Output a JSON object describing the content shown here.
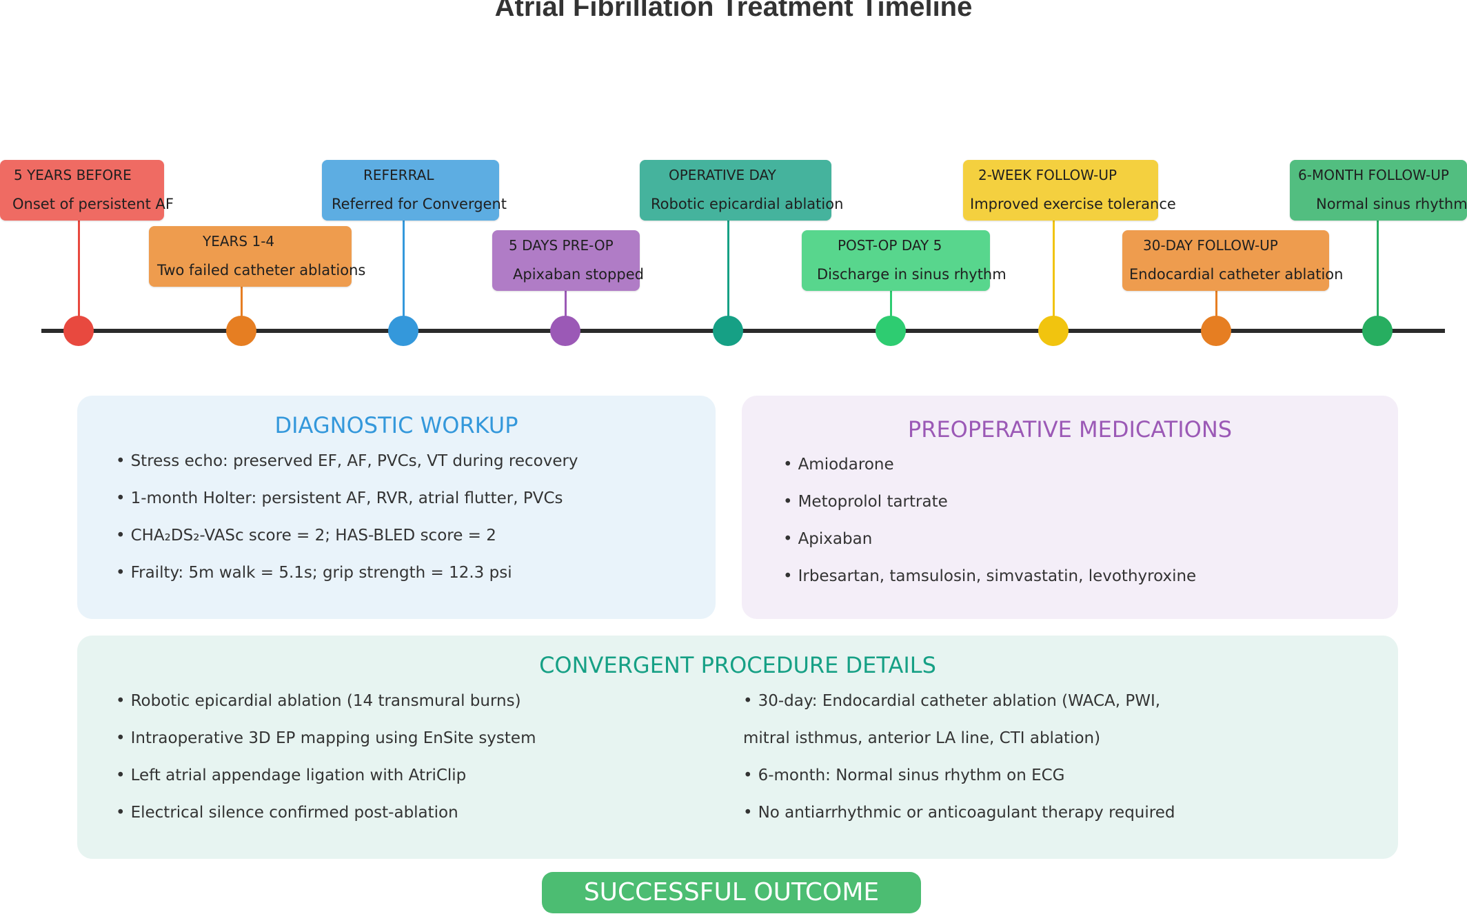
{
  "title": "Atrial Fibrillation Treatment Timeline",
  "timeline": [
    {
      "label": "5 YEARS BEFORE",
      "description": "Onset of persistent AF",
      "color": "#ef6b63",
      "dot_color": "#e8493f"
    },
    {
      "label": "YEARS 1-4",
      "description": "Two failed catheter ablations",
      "color": "#ee9c4e",
      "dot_color": "#e67e22"
    },
    {
      "label": "REFERRAL",
      "description": "Referred for Convergent",
      "color": "#5dade2",
      "dot_color": "#3498db"
    },
    {
      "label": "5 DAYS PRE-OP",
      "description": "Apixaban stopped",
      "color": "#b07cc6",
      "dot_color": "#9b59b6"
    },
    {
      "label": "OPERATIVE DAY",
      "description": "Robotic epicardial ablation",
      "color": "#45b39d",
      "dot_color": "#16a085"
    },
    {
      "label": "POST-OP DAY 5",
      "description": "Discharge in sinus rhythm",
      "color": "#58d68d",
      "dot_color": "#2ecc71"
    },
    {
      "label": "2-WEEK FOLLOW-UP",
      "description": "Improved exercise tolerance",
      "color": "#f4d03f",
      "dot_color": "#f1c40f"
    },
    {
      "label": "30-DAY FOLLOW-UP",
      "description": "Endocardial catheter ablation",
      "color": "#ee9c4e",
      "dot_color": "#e67e22"
    },
    {
      "label": "6-MONTH FOLLOW-UP",
      "description": "Normal sinus rhythm",
      "color": "#52be80",
      "dot_color": "#27ae60"
    }
  ],
  "diagnostic": {
    "title": "DIAGNOSTIC WORKUP",
    "color": "#3498db",
    "items": [
      "Stress echo: preserved EF, AF, PVCs, VT during recovery",
      "1-month Holter: persistent AF, RVR, atrial flutter, PVCs",
      "CHA₂DS₂-VASc score = 2; HAS-BLED score = 2",
      "Frailty: 5m walk = 5.1s; grip strength = 12.3 psi"
    ]
  },
  "medications": {
    "title": "PREOPERATIVE MEDICATIONS",
    "color": "#9b59b6",
    "items": [
      "Amiodarone",
      "Metoprolol tartrate",
      "Apixaban",
      "Irbesartan, tamsulosin, simvastatin, levothyroxine"
    ]
  },
  "procedure": {
    "title": "CONVERGENT PROCEDURE DETAILS",
    "color": "#16a085",
    "left_items": [
      "Robotic epicardial ablation (14 transmural burns)",
      "Intraoperative 3D EP mapping using EnSite system",
      "Left atrial appendage ligation with AtriClip",
      "Electrical silence confirmed post-ablation"
    ],
    "right_items": [
      {
        "text": "30-day: Endocardial catheter ablation (WACA, PWI,",
        "bullet": true
      },
      {
        "text": "mitral isthmus, anterior LA line, CTI ablation)",
        "bullet": false
      },
      {
        "text": "6-month: Normal sinus rhythm on ECG",
        "bullet": true
      },
      {
        "text": "No antiarrhythmic or anticoagulant therapy required",
        "bullet": true
      }
    ]
  },
  "outcome": "SUCCESSFUL OUTCOME"
}
